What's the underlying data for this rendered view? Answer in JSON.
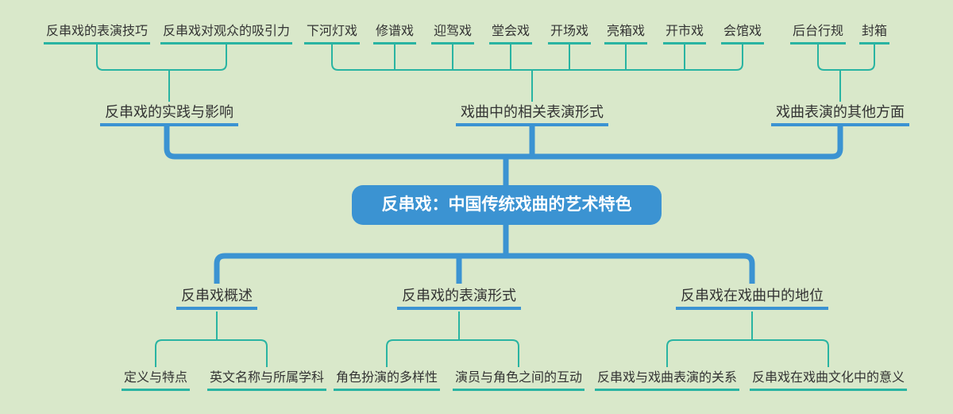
{
  "colors": {
    "background": "#d9e8ca",
    "branch-blue": "#3b93d2",
    "branch-teal": "#29b4a2",
    "text": "#333333",
    "root-text": "#ffffff"
  },
  "mindmap": {
    "root": {
      "label": "反串戏：中国传统戏曲的艺术特色"
    },
    "top_branches": [
      {
        "label": "反串戏的实践与影响",
        "children": [
          "反串戏的表演技巧",
          "反串戏对观众的吸引力"
        ]
      },
      {
        "label": "戏曲中的相关表演形式",
        "children": [
          "下河灯戏",
          "修谱戏",
          "迎驾戏",
          "堂会戏",
          "开场戏",
          "亮箱戏",
          "开市戏",
          "会馆戏"
        ]
      },
      {
        "label": "戏曲表演的其他方面",
        "children": [
          "后台行规",
          "封箱"
        ]
      }
    ],
    "bottom_branches": [
      {
        "label": "反串戏概述",
        "children": [
          "定义与特点",
          "英文名称与所属学科"
        ]
      },
      {
        "label": "反串戏的表演形式",
        "children": [
          "角色扮演的多样性",
          "演员与角色之间的互动"
        ]
      },
      {
        "label": "反串戏在戏曲中的地位",
        "children": [
          "反串戏与戏曲表演的关系",
          "反串戏在戏曲文化中的意义"
        ]
      }
    ]
  }
}
